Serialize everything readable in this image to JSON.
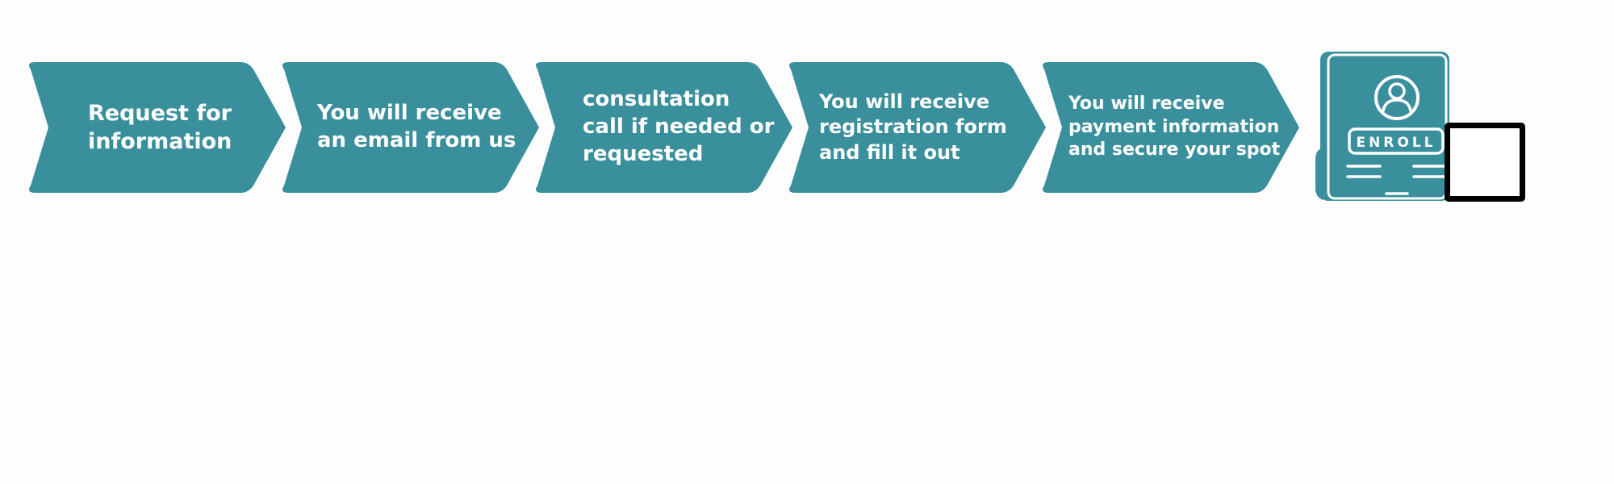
{
  "colors": {
    "step_fill": "#3a8f9c",
    "step_text": "#ffffff",
    "icon_fill": "#3a8f9c",
    "icon_line": "#ffffff",
    "highlight_border": "#000000"
  },
  "steps": [
    {
      "label": "Request for\ninformation"
    },
    {
      "label": "You will receive\nan email from us"
    },
    {
      "label": "consultation\ncall if needed or\nrequested"
    },
    {
      "label": "You will receive\nregistration form\nand fill it out"
    },
    {
      "label": "You will receive\npayment information\nand secure your spot"
    }
  ],
  "enroll_icon": {
    "icon": "enroll-form-icon",
    "badge_text": "ENROLL"
  },
  "highlight": {
    "icon": "empty-square-outline"
  }
}
